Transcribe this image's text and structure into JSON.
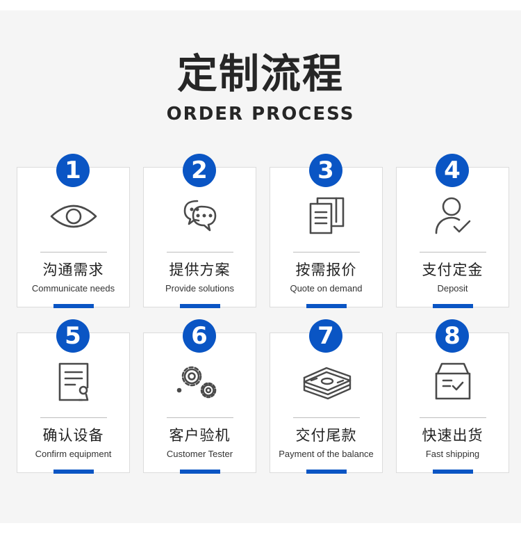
{
  "header": {
    "title_cn": "定制流程",
    "title_en": "ORDER PROCESS"
  },
  "colors": {
    "accent": "#0a55c4",
    "icon_stroke": "#4a4a4a",
    "panel_bg": "#f5f5f5"
  },
  "steps": [
    {
      "number": "1",
      "label_cn": "沟通需求",
      "label_en": "Communicate needs",
      "icon": "eye-icon"
    },
    {
      "number": "2",
      "label_cn": "提供方案",
      "label_en": "Provide solutions",
      "icon": "chat-bubbles-icon"
    },
    {
      "number": "3",
      "label_cn": "按需报价",
      "label_en": "Quote on demand",
      "icon": "documents-icon"
    },
    {
      "number": "4",
      "label_cn": "支付定金",
      "label_en": "Deposit",
      "icon": "user-check-icon"
    },
    {
      "number": "5",
      "label_cn": "确认设备",
      "label_en": "Confirm equipment",
      "icon": "certificate-icon"
    },
    {
      "number": "6",
      "label_cn": "客户验机",
      "label_en": "Customer Tester",
      "icon": "gears-icon"
    },
    {
      "number": "7",
      "label_cn": "交付尾款",
      "label_en": "Payment of the balance",
      "icon": "cash-stack-icon"
    },
    {
      "number": "8",
      "label_cn": "快速出货",
      "label_en": "Fast shipping",
      "icon": "box-check-icon"
    }
  ]
}
